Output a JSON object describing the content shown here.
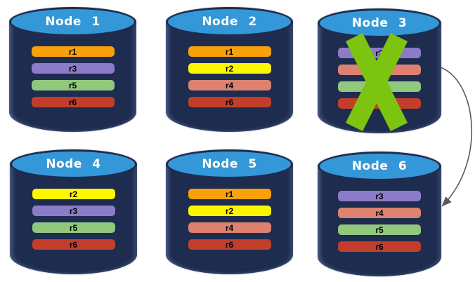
{
  "diagram": {
    "description": "Database nodes with replicated rows; failed node with failover arrow"
  },
  "colors": {
    "canvas_bg": "#FFFFFF",
    "cylinder_body": "#1E2C4F",
    "cylinder_top": "#3498D8",
    "title_text": "#FFFFFF",
    "row_text": "#000000"
  },
  "nodes": [
    {
      "id": "node-1",
      "title": "Node 1",
      "rows": [
        {
          "label": "r1",
          "color": "#F9A10B"
        },
        {
          "label": "r3",
          "color": "#8C7CC7"
        },
        {
          "label": "r5",
          "color": "#90C87E"
        },
        {
          "label": "r6",
          "color": "#C23E2B"
        }
      ]
    },
    {
      "id": "node-2",
      "title": "Node 2",
      "rows": [
        {
          "label": "r1",
          "color": "#F9A10B"
        },
        {
          "label": "r2",
          "color": "#FCF700"
        },
        {
          "label": "r4",
          "color": "#DD8170"
        },
        {
          "label": "r6",
          "color": "#C23E2B"
        }
      ]
    },
    {
      "id": "node-3",
      "title": "Node 3",
      "rows": [
        {
          "label": "r3",
          "color": "#8C7CC7"
        },
        {
          "label": "",
          "color": "#DD8170"
        },
        {
          "label": "",
          "color": "#90C87E"
        },
        {
          "label": "",
          "color": "#C23E2B"
        }
      ]
    },
    {
      "id": "node-4",
      "title": "Node 4",
      "rows": [
        {
          "label": "r2",
          "color": "#FCF700"
        },
        {
          "label": "r3",
          "color": "#8C7CC7"
        },
        {
          "label": "r5",
          "color": "#90C87E"
        },
        {
          "label": "r6",
          "color": "#C23E2B"
        }
      ]
    },
    {
      "id": "node-5",
      "title": "Node 5",
      "rows": [
        {
          "label": "r1",
          "color": "#F9A10B"
        },
        {
          "label": "r2",
          "color": "#FCF700"
        },
        {
          "label": "r4",
          "color": "#DD8170"
        },
        {
          "label": "r6",
          "color": "#C23E2B"
        }
      ]
    },
    {
      "id": "node-6",
      "title": "Node 6",
      "rows": [
        {
          "label": "r3",
          "color": "#8C7CC7"
        },
        {
          "label": "r4",
          "color": "#DD8170"
        },
        {
          "label": "r5",
          "color": "#90C87E"
        },
        {
          "label": "r6",
          "color": "#C23E2B"
        }
      ]
    }
  ],
  "annotations": {
    "failure_x": {
      "on_node": "Node 3",
      "color": "#7CC410"
    },
    "arrow": {
      "from": "Node 3",
      "to": "Node 6",
      "color": "#5A5A5A"
    }
  }
}
